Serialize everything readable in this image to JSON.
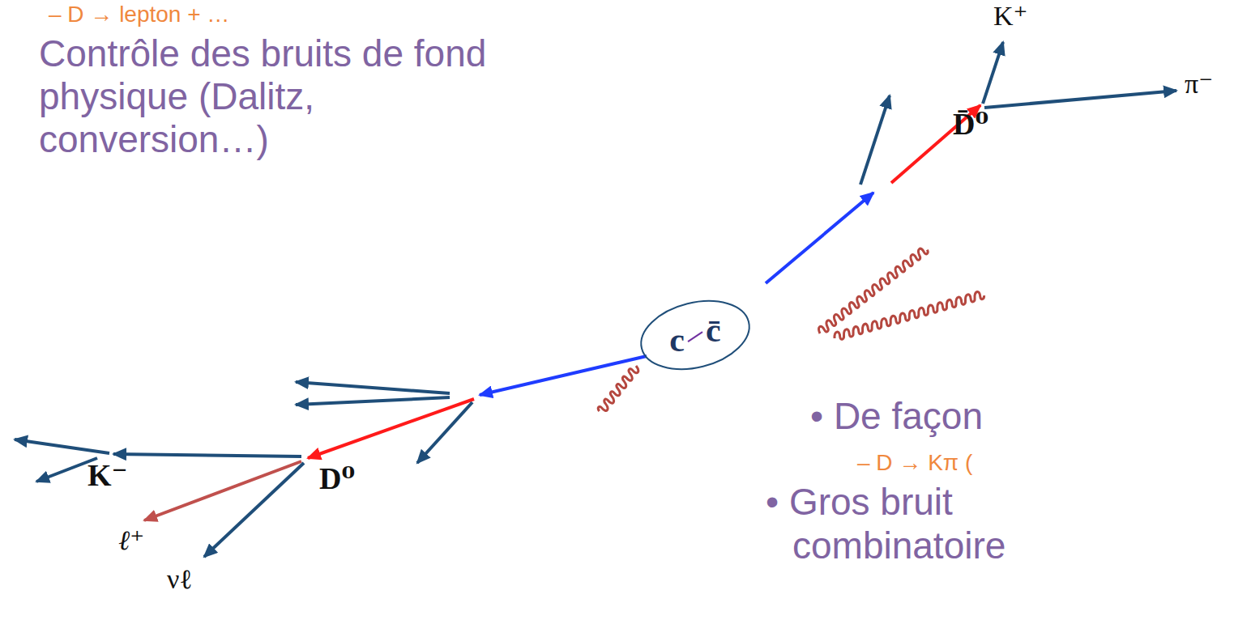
{
  "diagram": {
    "nodes": [
      {
        "text": [
          "c",
          "c̄"
        ]
      }
    ],
    "labels": [
      "– D → lepton + …",
      "Contrôle des bruits de fond physique (Dalitz, conversion…)",
      "K⁺",
      "π⁻",
      "D̄⁰",
      "K⁻",
      "D⁰",
      "ℓ⁺",
      "νℓ",
      "• De façon",
      "– D → Kπ (",
      "• Gros bruit",
      "combinatoire"
    ]
  }
}
